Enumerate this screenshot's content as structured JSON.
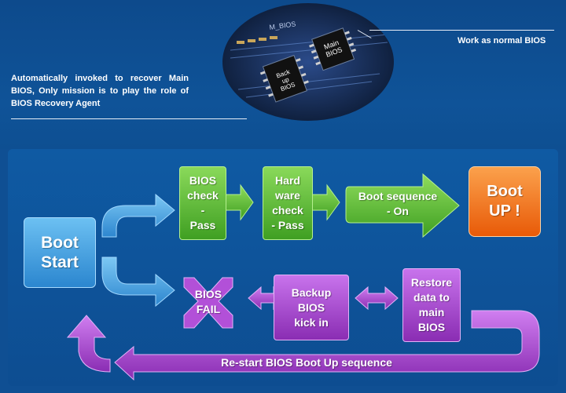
{
  "photo": {
    "silk_label": "M_BIOS",
    "main_chip_label": "Main\nBIOS",
    "backup_chip_label": "Back\nup\nBIOS"
  },
  "captions": {
    "main_bios_note": "Work as normal BIOS",
    "backup_bios_note": "Automatically invoked to recover Main BIOS, Only mission is to play the role of BIOS Recovery Agent"
  },
  "flow": {
    "boot_start": "Boot\nStart",
    "bios_check": "BIOS\ncheck\n-\nPass",
    "hardware_check": "Hard\nware\ncheck\n- Pass",
    "boot_sequence": "Boot sequence\n- On",
    "boot_up": "Boot\nUP !",
    "bios_fail": "BIOS\nFAIL",
    "backup_kick_in": "Backup\nBIOS\nkick in",
    "restore_data": "Restore\ndata to\nmain\nBIOS",
    "restart": "Re-start BIOS Boot Up sequence"
  },
  "colors": {
    "boot_start": "#3a9bd8",
    "success_green": "#4fb32a",
    "boot_up_orange": "#f26d10",
    "fail_purple": "#a23fc8",
    "arrow_blue": "#3c9ee0"
  }
}
